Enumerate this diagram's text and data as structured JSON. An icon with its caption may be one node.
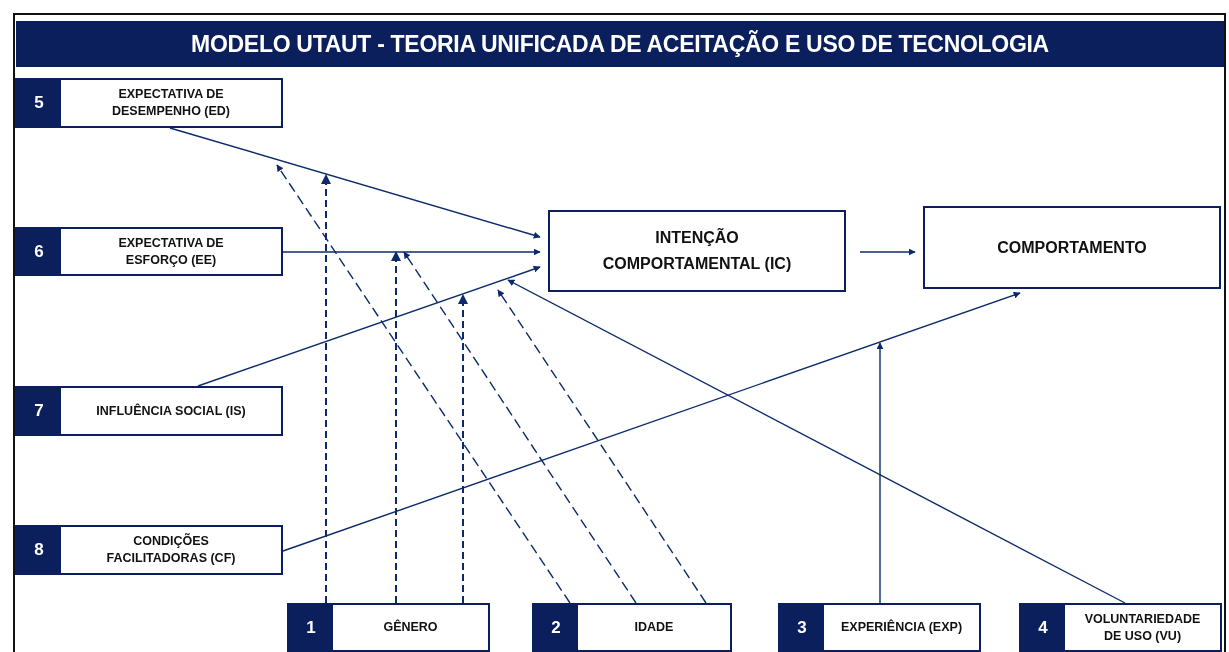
{
  "diagram": {
    "title": "MODELO UTAUT - TEORIA UNIFICADA DE ACEITAÇÃO E USO DE TECNOLOGIA",
    "nodes": [
      {
        "text": [
          "5",
          "EXPECTATIVA DE DESEMPENHO (ED)"
        ]
      },
      {
        "text": [
          "6",
          "EXPECTATIVA DE ESFORÇO (EE)"
        ]
      },
      {
        "text": [
          "7",
          "INFLUÊNCIA SOCIAL (IS)"
        ]
      },
      {
        "text": [
          "8",
          "CONDIÇÕES FACILITADORAS (CF)"
        ]
      },
      {
        "text": [
          "INTENÇÃO COMPORTAMENTAL (IC)"
        ]
      },
      {
        "text": [
          "COMPORTAMENTO"
        ]
      },
      {
        "text": [
          "1",
          "GÊNERO"
        ]
      },
      {
        "text": [
          "2",
          "IDADE"
        ]
      },
      {
        "text": [
          "3",
          "EXPERIÊNCIA (EXP)"
        ]
      },
      {
        "text": [
          "4",
          "VOLUNTARIEDADE DE USO (VU)"
        ]
      }
    ],
    "edges": [
      {
        "from": 0,
        "to": 4,
        "arrow": "to"
      },
      {
        "from": 1,
        "to": 4,
        "arrow": "to"
      },
      {
        "from": 2,
        "to": 4,
        "arrow": "to"
      },
      {
        "from": 3,
        "to": 5,
        "arrow": "to"
      },
      {
        "from": 4,
        "to": 5,
        "arrow": "to"
      },
      {
        "from": 9,
        "to": 4,
        "arrow": "to"
      },
      {
        "from": 8,
        "to": null,
        "arrow": "to"
      },
      {
        "from": 6,
        "to": null,
        "arrow": "to",
        "style": "dashed"
      },
      {
        "from": 6,
        "to": null,
        "arrow": "to",
        "style": "dashed"
      },
      {
        "from": 6,
        "to": null,
        "arrow": "to",
        "style": "dashed"
      },
      {
        "from": 7,
        "to": null,
        "arrow": "to",
        "style": "dashed"
      },
      {
        "from": 7,
        "to": null,
        "arrow": "to",
        "style": "dashed"
      },
      {
        "from": 7,
        "to": null,
        "arrow": "to",
        "style": "dashed"
      }
    ]
  }
}
